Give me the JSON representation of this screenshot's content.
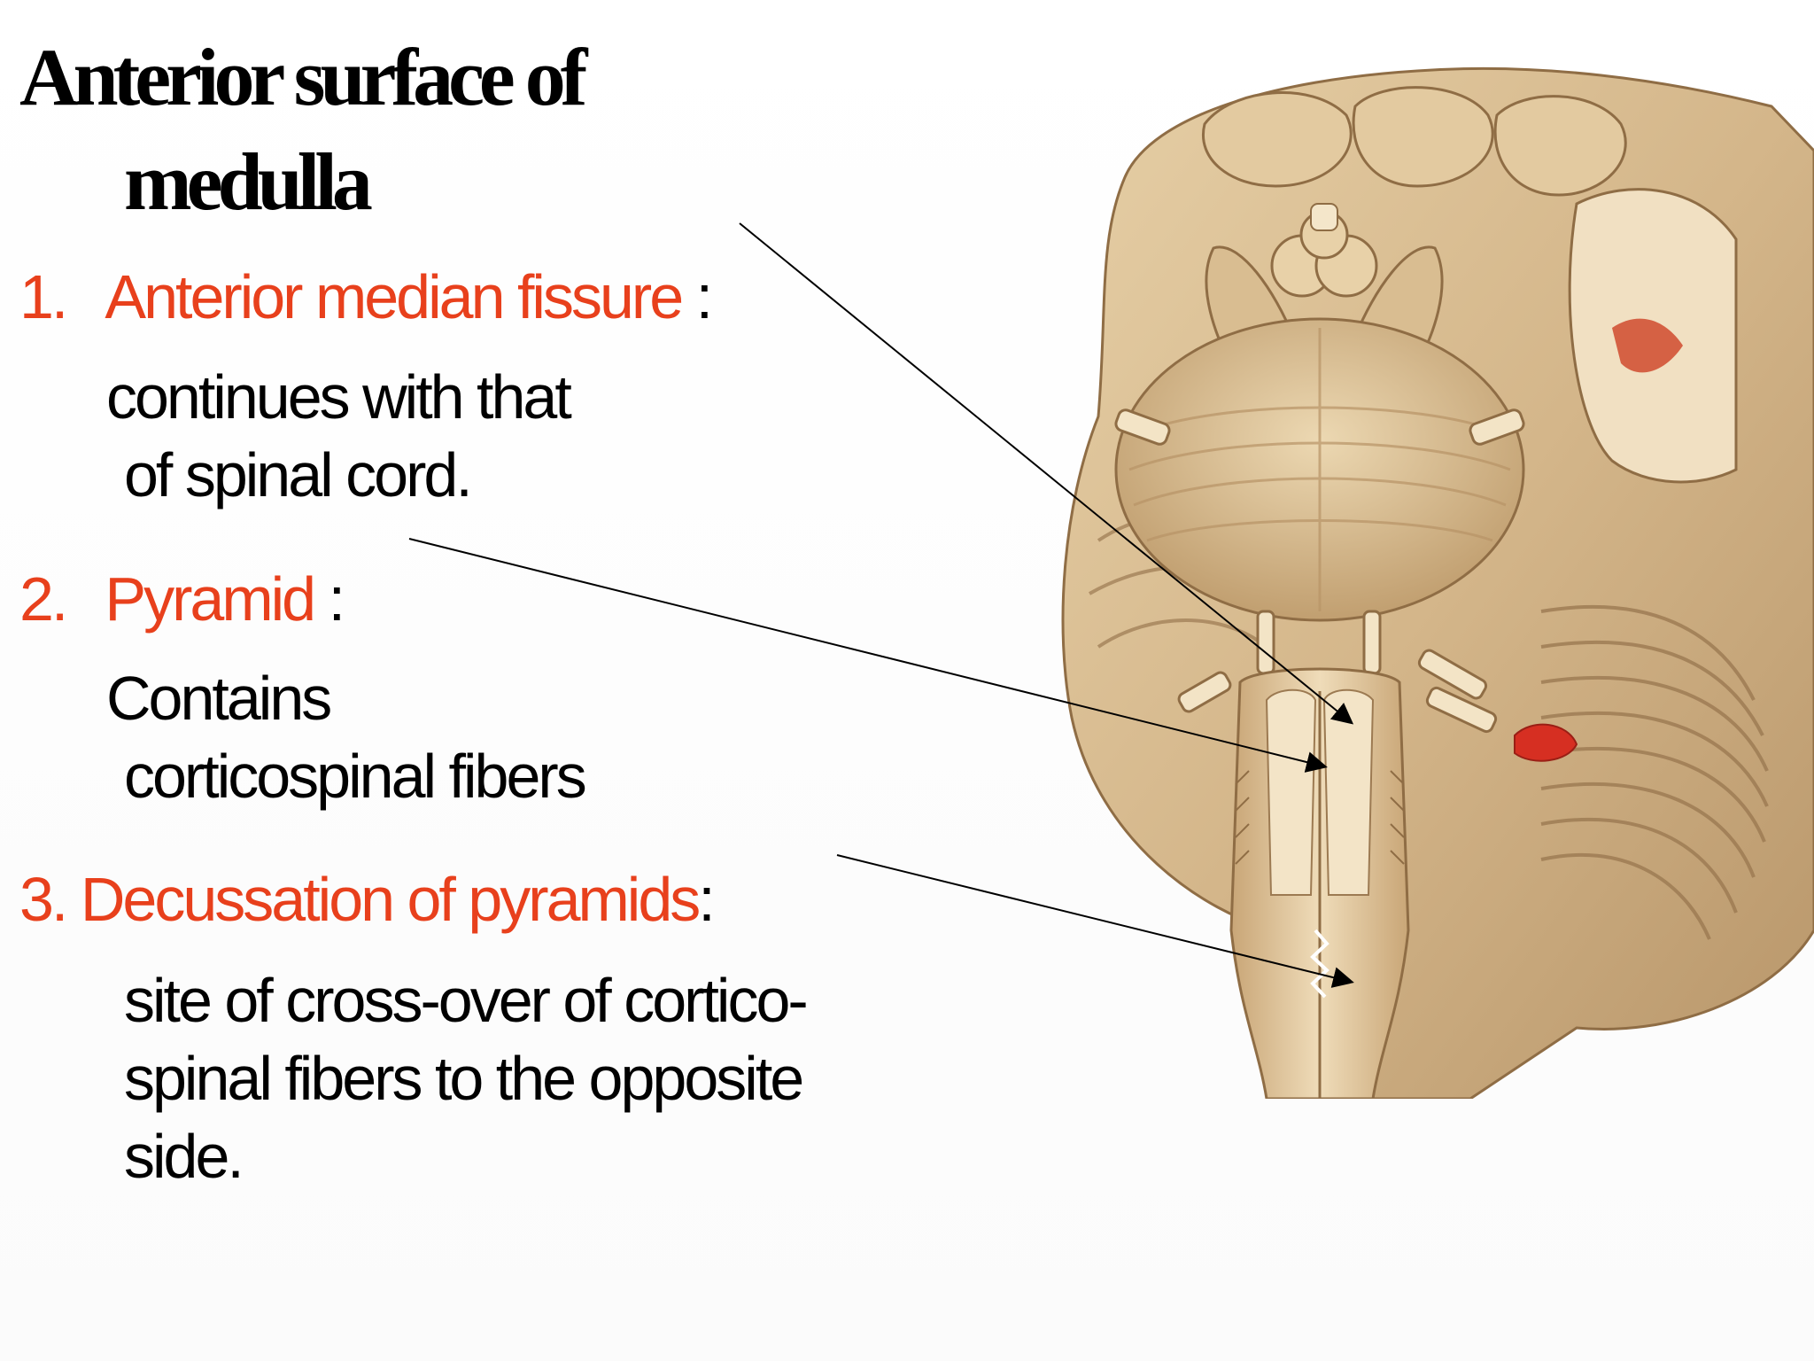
{
  "slide": {
    "title_line1": "Anterior surface  of",
    "title_line2": "medulla",
    "items": [
      {
        "number": "1.",
        "label": "Anterior median fissure",
        "suffix": " :",
        "desc_line1": "continues with that",
        "desc_line2": "of spinal cord."
      },
      {
        "number": "2.",
        "label": "Pyramid",
        "suffix": " :",
        "desc_line1": "Contains",
        "desc_line2": "corticospinal fibers"
      },
      {
        "number": "3.",
        "label": "Decussation of pyramids",
        "suffix": ":",
        "desc_line1": "site of cross-over of cortico-",
        "desc_line2": "spinal fibers to the opposite",
        "desc_line3": "side."
      }
    ]
  },
  "colors": {
    "accent": "#e8401c",
    "text": "#000000",
    "tissue": "#d9bf95"
  },
  "icons": {
    "figure": "brainstem-illustration"
  }
}
